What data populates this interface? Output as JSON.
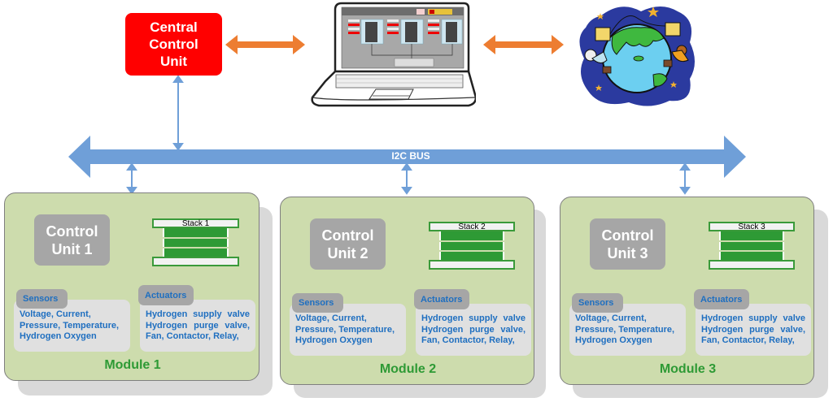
{
  "diagram": {
    "central_unit": {
      "lines": [
        "Central",
        "Control",
        "Unit"
      ]
    },
    "bus": {
      "label": "I2C BUS"
    },
    "icons": {
      "laptop": "laptop-monitoring-screen",
      "internet": "globe-network-icon"
    },
    "colors": {
      "central_unit": "#ff0000",
      "bidirectional_arrow": "#ed7d31",
      "bus": "#6f9fd8",
      "module_fill": "#cddcad",
      "stack_green": "#2e9a35",
      "text_blue": "#1f6fc0",
      "module_label": "#2e9a35"
    },
    "modules": [
      {
        "label": "Module 1",
        "control_unit": [
          "Control",
          "Unit 1"
        ],
        "stack": "Stack 1",
        "sensors": {
          "title": "Sensors",
          "lines": [
            "Voltage, Current,",
            "Pressure, Temperature,",
            "Hydrogen Oxygen"
          ]
        },
        "actuators": {
          "title": "Actuators",
          "lines": [
            "Hydrogen supply valve",
            "Hydrogen purge valve,",
            "Fan, Contactor, Relay,"
          ]
        }
      },
      {
        "label": "Module 2",
        "control_unit": [
          "Control",
          "Unit 2"
        ],
        "stack": "Stack 2",
        "sensors": {
          "title": "Sensors",
          "lines": [
            "Voltage, Current,",
            "Pressure, Temperature,",
            "Hydrogen Oxygen"
          ]
        },
        "actuators": {
          "title": "Actuators",
          "lines": [
            "Hydrogen supply valve",
            "Hydrogen purge valve,",
            "Fan, Contactor, Relay,"
          ]
        }
      },
      {
        "label": "Module 3",
        "control_unit": [
          "Control",
          "Unit 3"
        ],
        "stack": "Stack 3",
        "sensors": {
          "title": "Sensors",
          "lines": [
            "Voltage, Current,",
            "Pressure, Temperature,",
            "Hydrogen Oxygen"
          ]
        },
        "actuators": {
          "title": "Actuators",
          "lines": [
            "Hydrogen supply valve",
            "Hydrogen purge valve,",
            "Fan, Contactor, Relay,"
          ]
        }
      }
    ]
  }
}
